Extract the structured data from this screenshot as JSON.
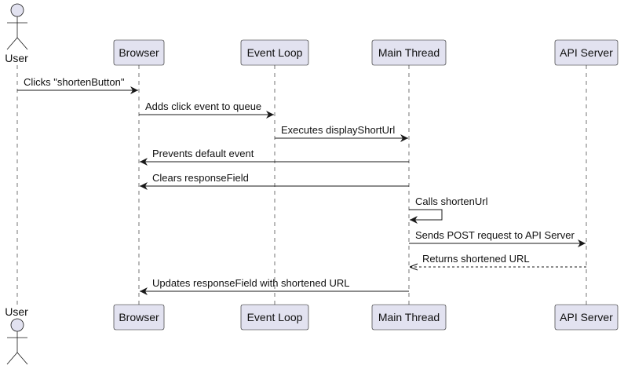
{
  "participants": [
    {
      "id": "user",
      "label": "User",
      "kind": "actor"
    },
    {
      "id": "browser",
      "label": "Browser",
      "kind": "box"
    },
    {
      "id": "eventloop",
      "label": "Event Loop",
      "kind": "box"
    },
    {
      "id": "mainthread",
      "label": "Main Thread",
      "kind": "box"
    },
    {
      "id": "api",
      "label": "API Server",
      "kind": "box"
    }
  ],
  "messages": [
    {
      "from": "user",
      "to": "browser",
      "label": "Clicks \"shortenButton\"",
      "style": "solid"
    },
    {
      "from": "browser",
      "to": "eventloop",
      "label": "Adds click event to queue",
      "style": "solid"
    },
    {
      "from": "eventloop",
      "to": "mainthread",
      "label": "Executes displayShortUrl",
      "style": "solid"
    },
    {
      "from": "mainthread",
      "to": "browser",
      "label": "Prevents default event",
      "style": "solid"
    },
    {
      "from": "mainthread",
      "to": "browser",
      "label": "Clears responseField",
      "style": "solid"
    },
    {
      "from": "mainthread",
      "to": "mainthread",
      "label": "Calls shortenUrl",
      "style": "self"
    },
    {
      "from": "mainthread",
      "to": "api",
      "label": "Sends POST request to API Server",
      "style": "solid"
    },
    {
      "from": "api",
      "to": "mainthread",
      "label": "Returns shortened URL",
      "style": "dashed"
    },
    {
      "from": "mainthread",
      "to": "browser",
      "label": "Updates responseField with shortened URL",
      "style": "solid"
    }
  ]
}
